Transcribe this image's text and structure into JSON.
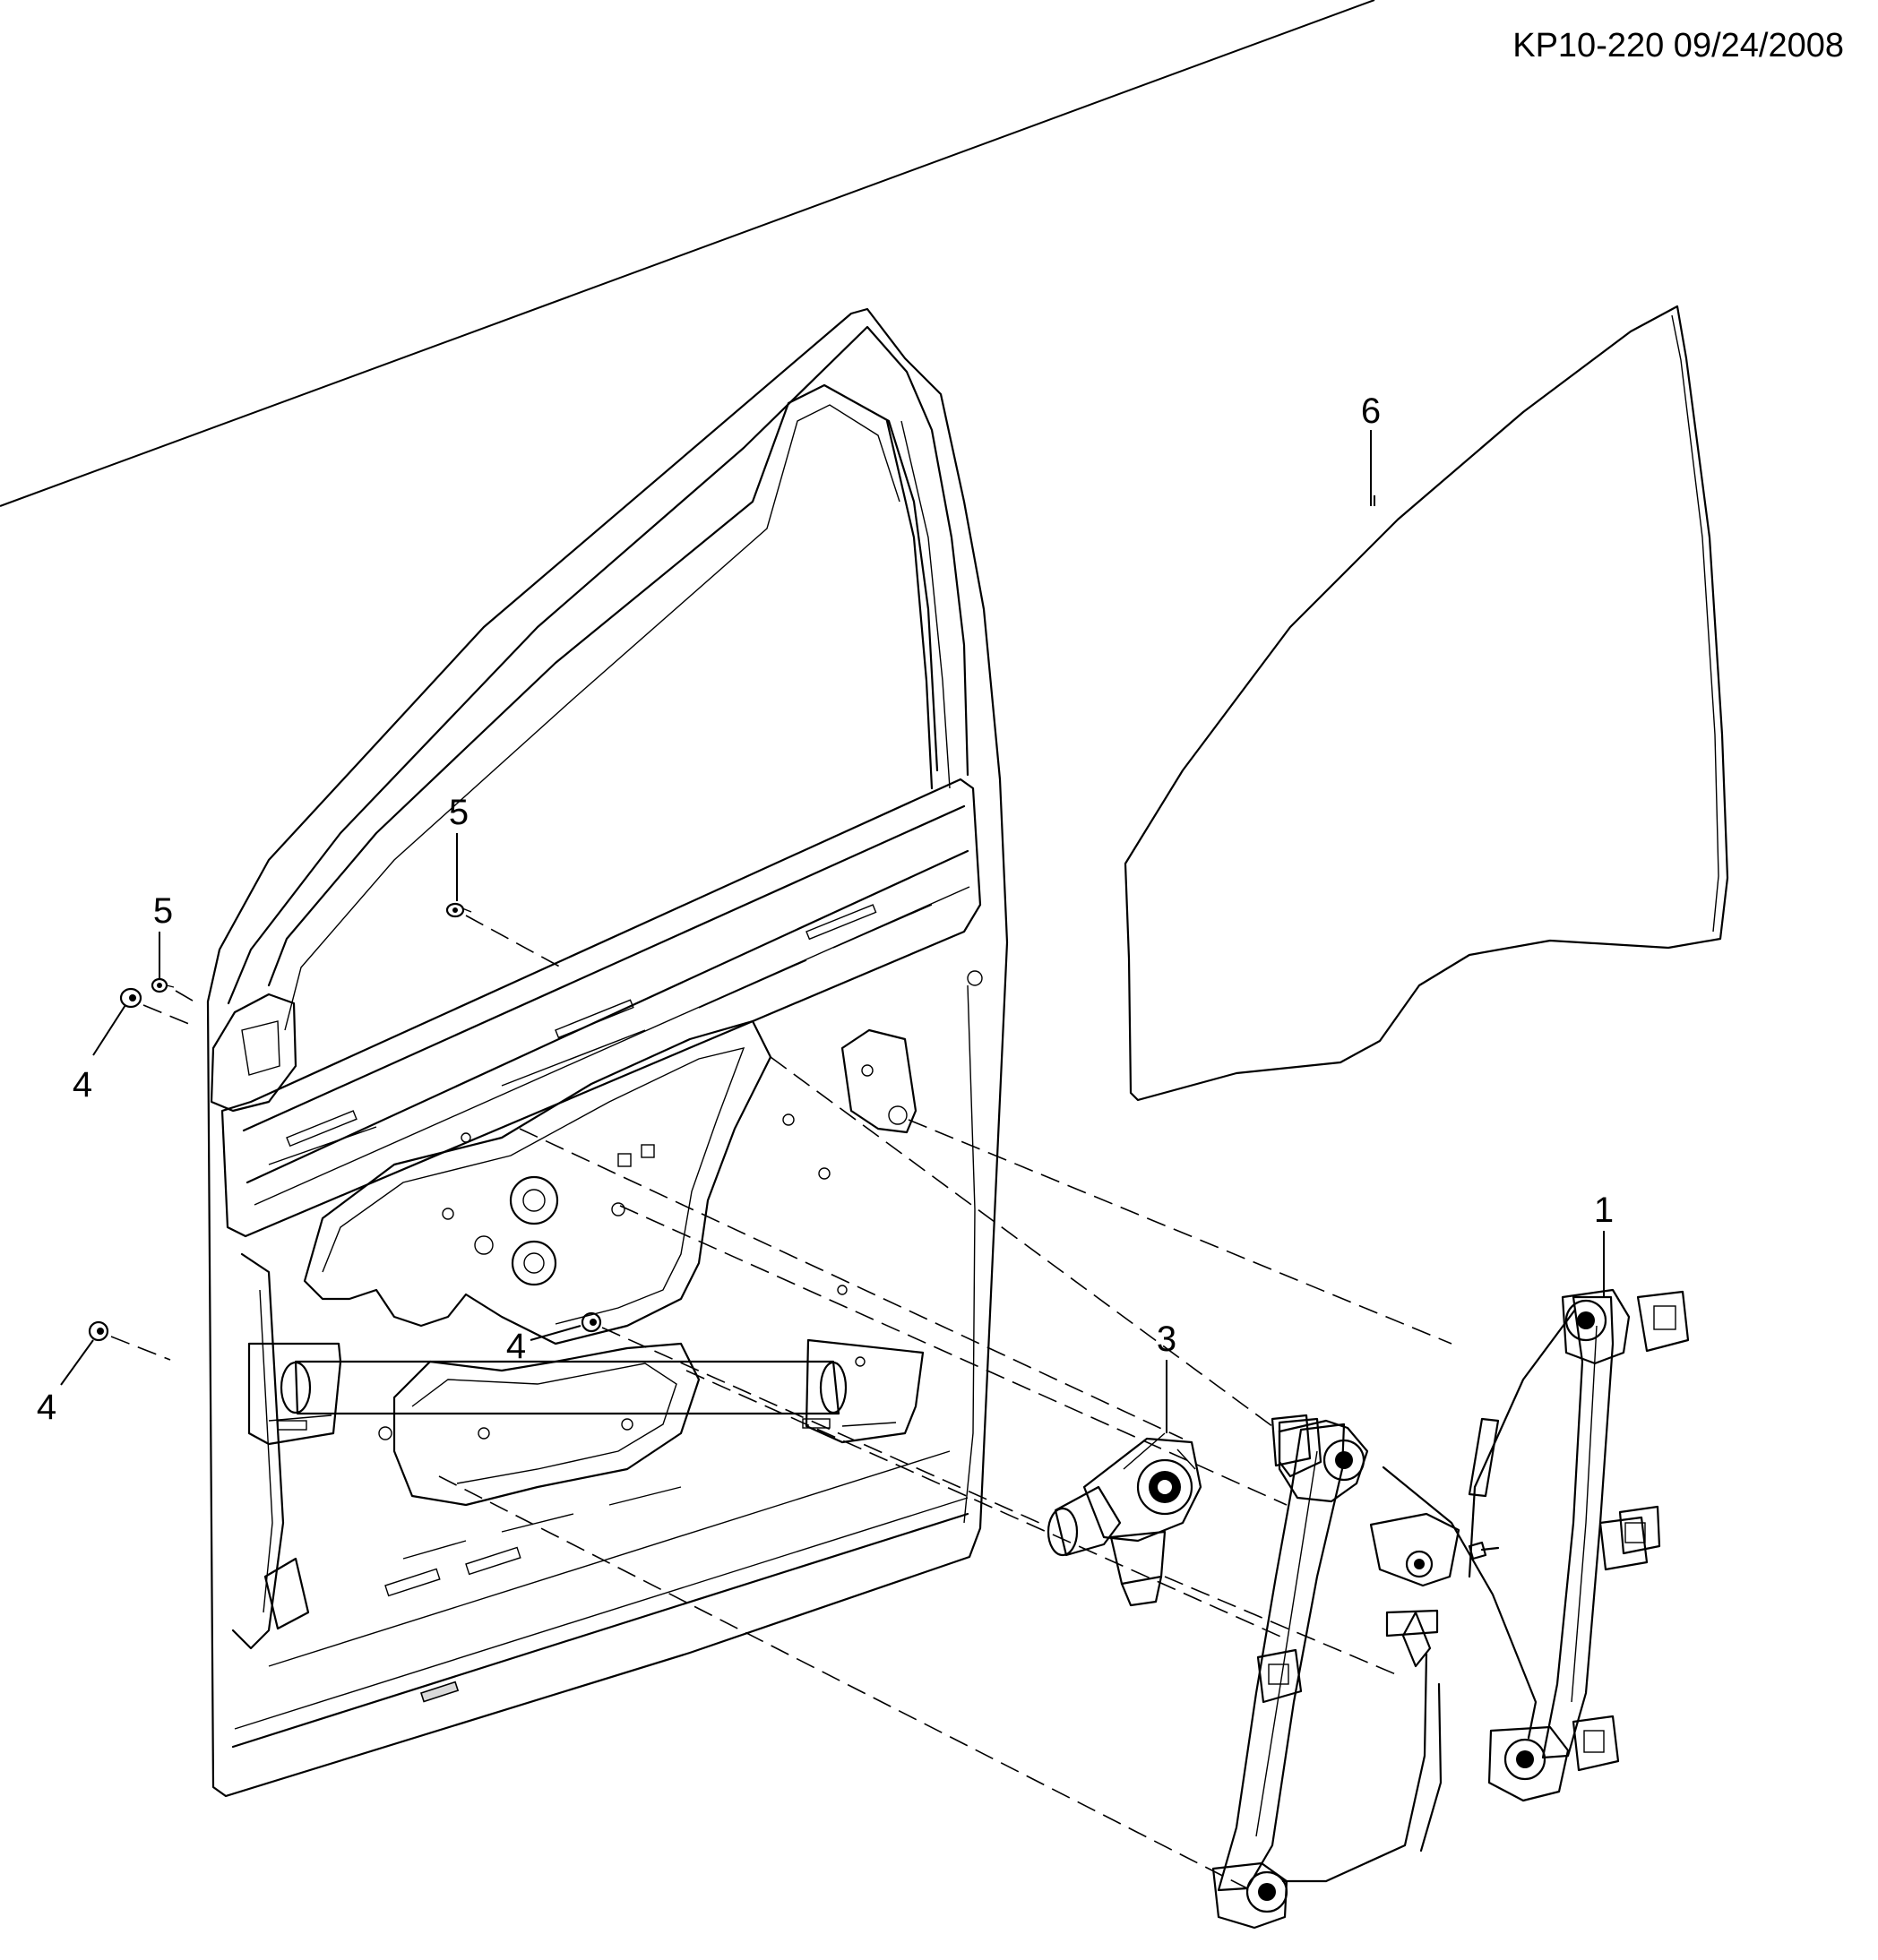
{
  "header": {
    "code": "KP10-220 09/24/2008"
  },
  "callouts": [
    "1",
    "3",
    "4",
    "4",
    "4",
    "5",
    "5",
    "6"
  ],
  "parts": {
    "p1": "1",
    "p3": "3",
    "p4a": "4",
    "p4b": "4",
    "p4c": "4",
    "p5a": "5",
    "p5b": "5",
    "p6": "6"
  }
}
